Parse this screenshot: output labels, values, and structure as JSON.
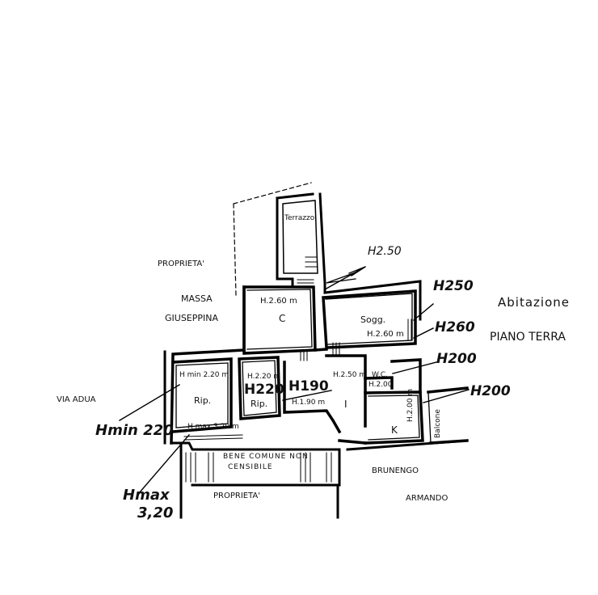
{
  "plan": {
    "labels": {
      "terrazzo": "Terrazzo",
      "h_terrazzo": "H2.50",
      "proprieta_top": "PROPRIETA'",
      "massa": "MASSA",
      "giuseppina": "GIUSEPPINA",
      "via_adua": "VIA ADUA",
      "room_c_h": "H.2.60 m",
      "room_c": "C",
      "sogg_name": "Sogg.",
      "sogg_h": "H.2.60 m",
      "h250_side": "H250",
      "h260_side": "H260",
      "abitazione": "Abitazione",
      "piano_terra": "PIANO TERRA",
      "rip1_hmin": "H min 2.20 m",
      "rip1_name": "Rip.",
      "rip1_hmax": "H max 3.20 m",
      "rip2_h": "H.2.20 m",
      "rip2_h_big": "H220",
      "rip2_name": "Rip.",
      "h190_big": "H190",
      "h190_small": "H.1.90 m",
      "room_i_h": "H.2.50 m",
      "room_i": "I",
      "wc": "W.C.",
      "wc_h": "H.2.00",
      "h200_a": "H200",
      "h200_b": "H200",
      "room_k": "K",
      "k_h": "H.2.00 m",
      "balcone": "Balcone",
      "hmin_note": "Hmin 220",
      "hmax_note_1": "Hmax",
      "hmax_note_2": "3,20",
      "bene_comune_1": "BENE COMUNE NON",
      "bene_comune_2": "CENSIBILE",
      "proprieta_bottom": "PROPRIETA'",
      "brunengo": "BRUNENGO",
      "armando": "ARMANDO"
    }
  }
}
